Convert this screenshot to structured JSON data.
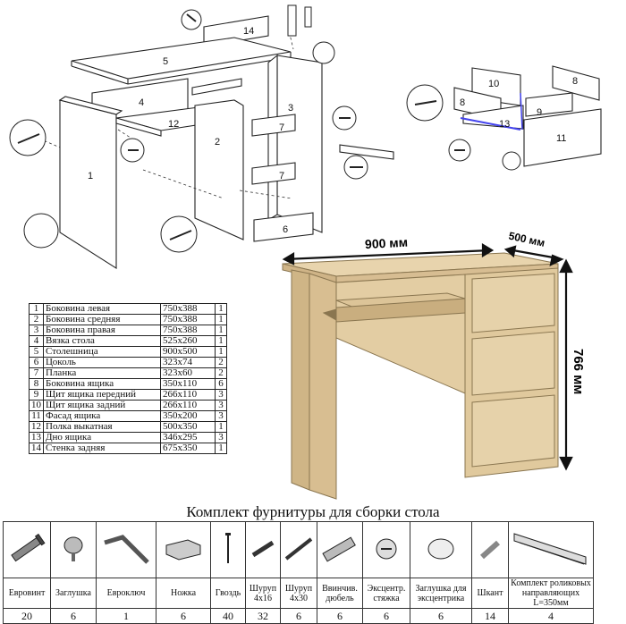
{
  "exploded_view": {
    "labels": [
      "1",
      "2",
      "3",
      "4",
      "5",
      "6",
      "7",
      "7",
      "8",
      "9",
      "10",
      "11",
      "12",
      "13",
      "14"
    ]
  },
  "dimensions": {
    "width": "900 мм",
    "depth": "500 мм",
    "height": "766 мм"
  },
  "parts": [
    {
      "n": "1",
      "name": "Боковина левая",
      "size": "750x388",
      "qty": "1"
    },
    {
      "n": "2",
      "name": "Боковина средняя",
      "size": "750x388",
      "qty": "1"
    },
    {
      "n": "3",
      "name": "Боковина правая",
      "size": "750x388",
      "qty": "1"
    },
    {
      "n": "4",
      "name": "Вязка стола",
      "size": "525x260",
      "qty": "1"
    },
    {
      "n": "5",
      "name": "Столешница",
      "size": "900x500",
      "qty": "1"
    },
    {
      "n": "6",
      "name": "Цоколь",
      "size": "323x74",
      "qty": "2"
    },
    {
      "n": "7",
      "name": "Планка",
      "size": "323x60",
      "qty": "2"
    },
    {
      "n": "8",
      "name": "Боковина ящика",
      "size": "350x110",
      "qty": "6"
    },
    {
      "n": "9",
      "name": "Щит ящика передний",
      "size": "266x110",
      "qty": "3"
    },
    {
      "n": "10",
      "name": "Щит ящика задний",
      "size": "266x110",
      "qty": "3"
    },
    {
      "n": "11",
      "name": "Фасад ящика",
      "size": "350x200",
      "qty": "3"
    },
    {
      "n": "12",
      "name": "Полка выкатная",
      "size": "500x350",
      "qty": "1"
    },
    {
      "n": "13",
      "name": "Дно ящика",
      "size": "346x295",
      "qty": "3"
    },
    {
      "n": "14",
      "name": "Стенка задняя",
      "size": "675x350",
      "qty": "1"
    }
  ],
  "hardware": {
    "title": "Комплект фурнитуры для сборки стола",
    "items": [
      {
        "name": "Евровинт",
        "count": "20",
        "icon": "eurobolt-icon"
      },
      {
        "name": "Заглушка",
        "count": "6",
        "icon": "cap-icon"
      },
      {
        "name": "Евроключ",
        "count": "1",
        "icon": "hex-key-icon"
      },
      {
        "name": "Ножка",
        "count": "6",
        "icon": "foot-icon"
      },
      {
        "name": "Гвоздь",
        "count": "40",
        "icon": "nail-icon"
      },
      {
        "name": "Шуруп 4x16",
        "count": "32",
        "icon": "screw-short-icon"
      },
      {
        "name": "Шуруп 4x30",
        "count": "6",
        "icon": "screw-long-icon"
      },
      {
        "name": "Ввинчив. дюбель",
        "count": "6",
        "icon": "dowel-screw-icon"
      },
      {
        "name": "Эксцентр. стяжка",
        "count": "6",
        "icon": "cam-lock-icon"
      },
      {
        "name": "Заглушка для эксцентрика",
        "count": "6",
        "icon": "cam-cap-icon"
      },
      {
        "name": "Шкант",
        "count": "14",
        "icon": "dowel-icon"
      },
      {
        "name": "Комплект роликовых направляющих L=350мм",
        "count": "4",
        "icon": "drawer-slide-icon"
      }
    ]
  }
}
